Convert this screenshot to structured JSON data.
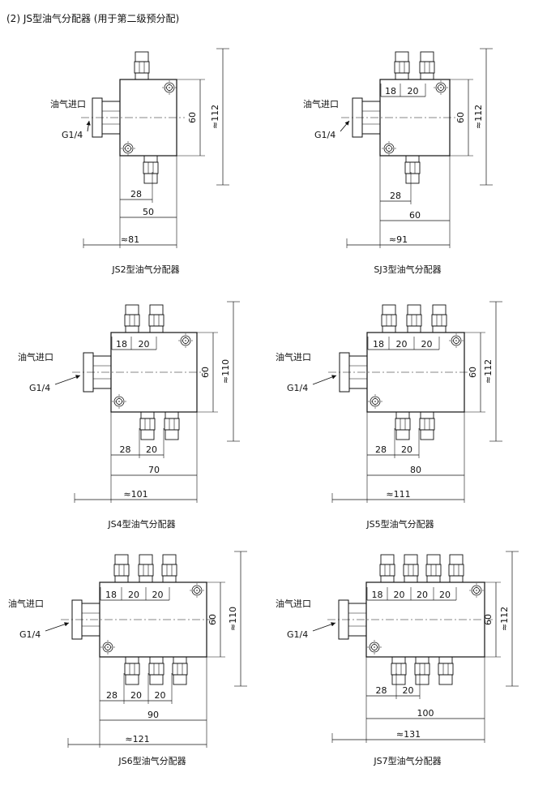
{
  "title": "(2) JS型油气分配器 (用于第二级预分配)",
  "diagrams": [
    {
      "caption": "JS2型油气分配器",
      "inlet_label": "油气进口",
      "thread": "G1/4",
      "dims": {
        "height": "60",
        "overall_height": "≈112",
        "pitches": [],
        "bottom": [
          "28"
        ],
        "body_width": "50",
        "overall_width": "≈81"
      }
    },
    {
      "caption": "SJ3型油气分配器",
      "inlet_label": "油气进口",
      "thread": "G1/4",
      "dims": {
        "height": "60",
        "overall_height": "≈112",
        "pitches": [
          "18",
          "20"
        ],
        "bottom": [
          "28"
        ],
        "body_width": "60",
        "overall_width": "≈91"
      }
    },
    {
      "caption": "JS4型油气分配器",
      "inlet_label": "油气进口",
      "thread": "G1/4",
      "dims": {
        "height": "60",
        "overall_height": "≈110",
        "pitches": [
          "18",
          "20"
        ],
        "bottom": [
          "28",
          "20"
        ],
        "body_width": "70",
        "overall_width": "≈101"
      }
    },
    {
      "caption": "JS5型油气分配器",
      "inlet_label": "油气进口",
      "thread": "G1/4",
      "dims": {
        "height": "60",
        "overall_height": "≈112",
        "pitches": [
          "18",
          "20",
          "20"
        ],
        "bottom": [
          "28",
          "20"
        ],
        "body_width": "80",
        "overall_width": "≈111"
      }
    },
    {
      "caption": "JS6型油气分配器",
      "inlet_label": "油气进口",
      "thread": "G1/4",
      "dims": {
        "height": "60",
        "overall_height": "≈110",
        "pitches": [
          "18",
          "20",
          "20"
        ],
        "bottom": [
          "28",
          "20",
          "20"
        ],
        "body_width": "90",
        "overall_width": "≈121"
      }
    },
    {
      "caption": "JS7型油气分配器",
      "inlet_label": "油气进口",
      "thread": "G1/4",
      "dims": {
        "height": "60",
        "overall_height": "≈112",
        "pitches": [
          "18",
          "20",
          "20",
          "20"
        ],
        "bottom": [
          "28",
          "20"
        ],
        "body_width": "100",
        "overall_width": "≈131"
      }
    }
  ]
}
